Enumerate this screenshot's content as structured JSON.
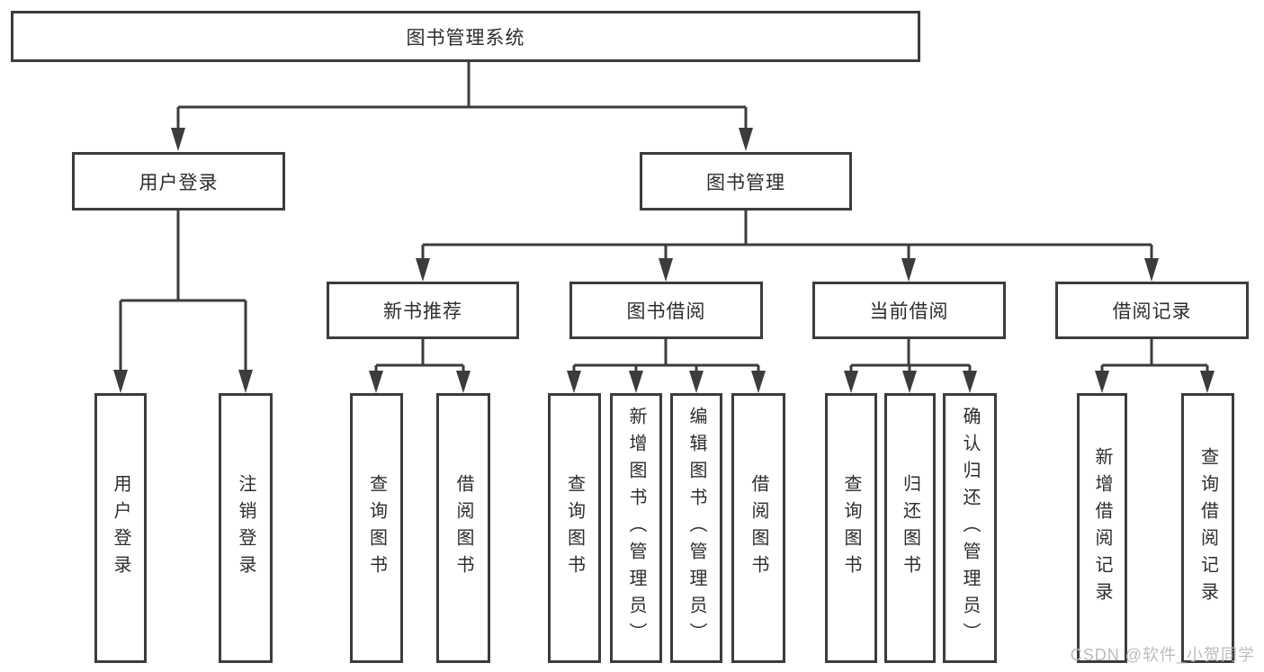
{
  "diagram": {
    "tree": {
      "label": "图书管理系统",
      "children": [
        {
          "label": "用户登录",
          "children": [
            {
              "label": "用户登录"
            },
            {
              "label": "注销登录"
            }
          ]
        },
        {
          "label": "图书管理",
          "children": [
            {
              "label": "新书推荐",
              "children": [
                {
                  "label": "查询图书"
                },
                {
                  "label": "借阅图书"
                }
              ]
            },
            {
              "label": "图书借阅",
              "children": [
                {
                  "label": "查询图书"
                },
                {
                  "label": "新增图书（管理员）"
                },
                {
                  "label": "编辑图书（管理员）"
                },
                {
                  "label": "借阅图书"
                }
              ]
            },
            {
              "label": "当前借阅",
              "children": [
                {
                  "label": "查询图书"
                },
                {
                  "label": "归还图书"
                },
                {
                  "label": "确认归还（管理员）"
                }
              ]
            },
            {
              "label": "借阅记录",
              "children": [
                {
                  "label": "新增借阅记录"
                },
                {
                  "label": "查询借阅记录"
                }
              ]
            }
          ]
        }
      ]
    },
    "watermark": "CSDN @软件_小贺同学"
  },
  "colors": {
    "line": "#3c3c3c",
    "text": "#2d2d2d",
    "box_background": "#ffffff",
    "watermark": "#bcbcbc"
  }
}
